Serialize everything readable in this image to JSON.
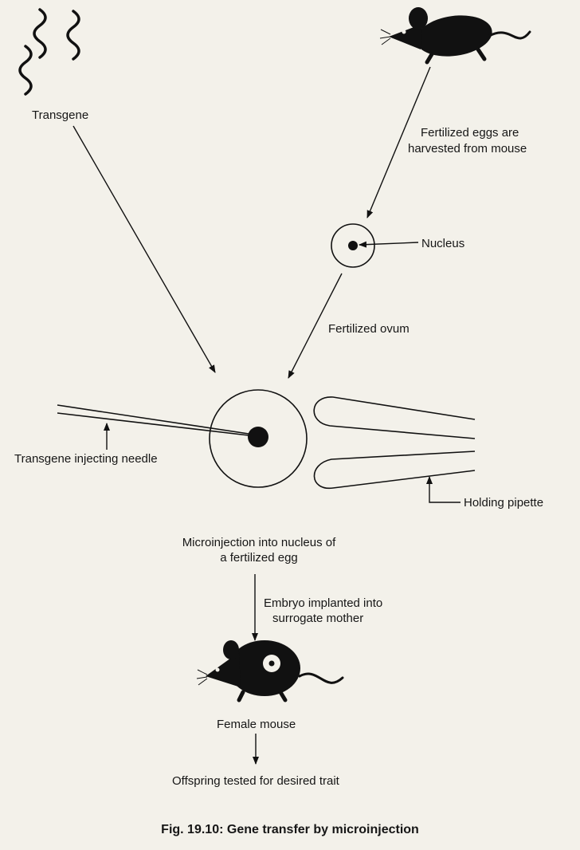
{
  "labels": {
    "transgene": "Transgene",
    "fertilized_eggs_line1": "Fertilized eggs are",
    "fertilized_eggs_line2": "harvested from mouse",
    "nucleus": "Nucleus",
    "fertilized_ovum": "Fertilized ovum",
    "injecting_needle": "Transgene injecting needle",
    "holding_pipette": "Holding pipette",
    "microinjection_line1": "Microinjection into nucleus of",
    "microinjection_line2": "a fertilized egg",
    "embryo_line1": "Embryo implanted into",
    "embryo_line2": "surrogate mother",
    "female_mouse": "Female mouse",
    "offspring": "Offspring tested for desired trait"
  },
  "caption": "Fig. 19.10: Gene transfer by microinjection",
  "colors": {
    "ink": "#111111",
    "paper": "#f3f1ea"
  },
  "icons": [
    "dna-strand-icon",
    "donor-mouse-icon",
    "surrogate-mouse-icon"
  ]
}
